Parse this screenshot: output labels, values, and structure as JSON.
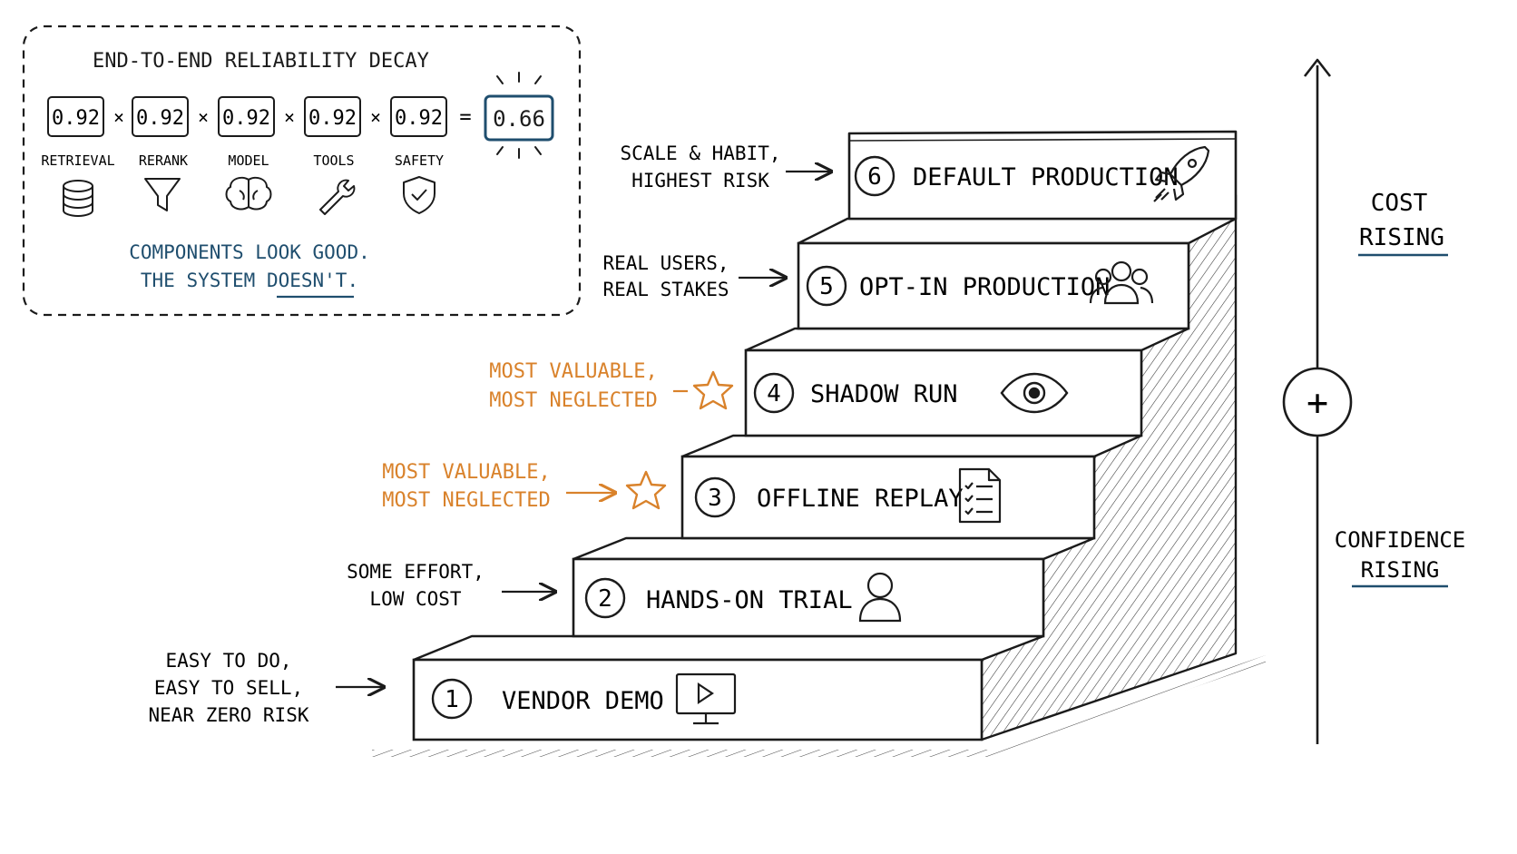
{
  "panel": {
    "title": "END-TO-END RELIABILITY DECAY",
    "components": [
      {
        "value": "0.92",
        "label": "RETRIEVAL",
        "icon": "database-icon"
      },
      {
        "value": "0.92",
        "label": "RERANK",
        "icon": "funnel-icon"
      },
      {
        "value": "0.92",
        "label": "MODEL",
        "icon": "brain-icon"
      },
      {
        "value": "0.92",
        "label": "TOOLS",
        "icon": "wrench-icon"
      },
      {
        "value": "0.92",
        "label": "SAFETY",
        "icon": "shield-check-icon"
      }
    ],
    "times": "×",
    "equals": "=",
    "result": "0.66",
    "caption_line1": "COMPONENTS LOOK GOOD.",
    "caption_line2_a": "THE SYSTEM ",
    "caption_line2_b": "DOESN'T."
  },
  "steps": [
    {
      "num": "1",
      "label": "VENDOR DEMO",
      "icon": "monitor-play-icon",
      "note": [
        "EASY TO DO,",
        "EASY TO SELL,",
        "NEAR ZERO RISK"
      ]
    },
    {
      "num": "2",
      "label": "HANDS-ON TRIAL",
      "icon": "user-icon",
      "note": [
        "SOME EFFORT,",
        "LOW COST"
      ]
    },
    {
      "num": "3",
      "label": "OFFLINE REPLAY",
      "icon": "checklist-icon",
      "note": [
        "MOST VALUABLE,",
        "MOST NEGLECTED"
      ]
    },
    {
      "num": "4",
      "label": "SHADOW RUN",
      "icon": "eye-icon",
      "note": [
        "MOST VALUABLE,",
        "MOST NEGLECTED"
      ]
    },
    {
      "num": "5",
      "label": "OPT-IN PRODUCTION",
      "icon": "users-icon",
      "note": [
        "REAL USERS,",
        "REAL STAKES"
      ]
    },
    {
      "num": "6",
      "label": "DEFAULT PRODUCTION",
      "icon": "rocket-icon",
      "note": [
        "SCALE & HABIT,",
        "HIGHEST RISK"
      ]
    }
  ],
  "axis": {
    "top_label": [
      "COST",
      "RISING"
    ],
    "bottom_label": [
      "CONFIDENCE",
      "RISING"
    ],
    "symbol": "+"
  },
  "colors": {
    "ink": "#1b1b1b",
    "accent_blue": "#1f4e6e",
    "accent_orange": "#d9822b"
  }
}
